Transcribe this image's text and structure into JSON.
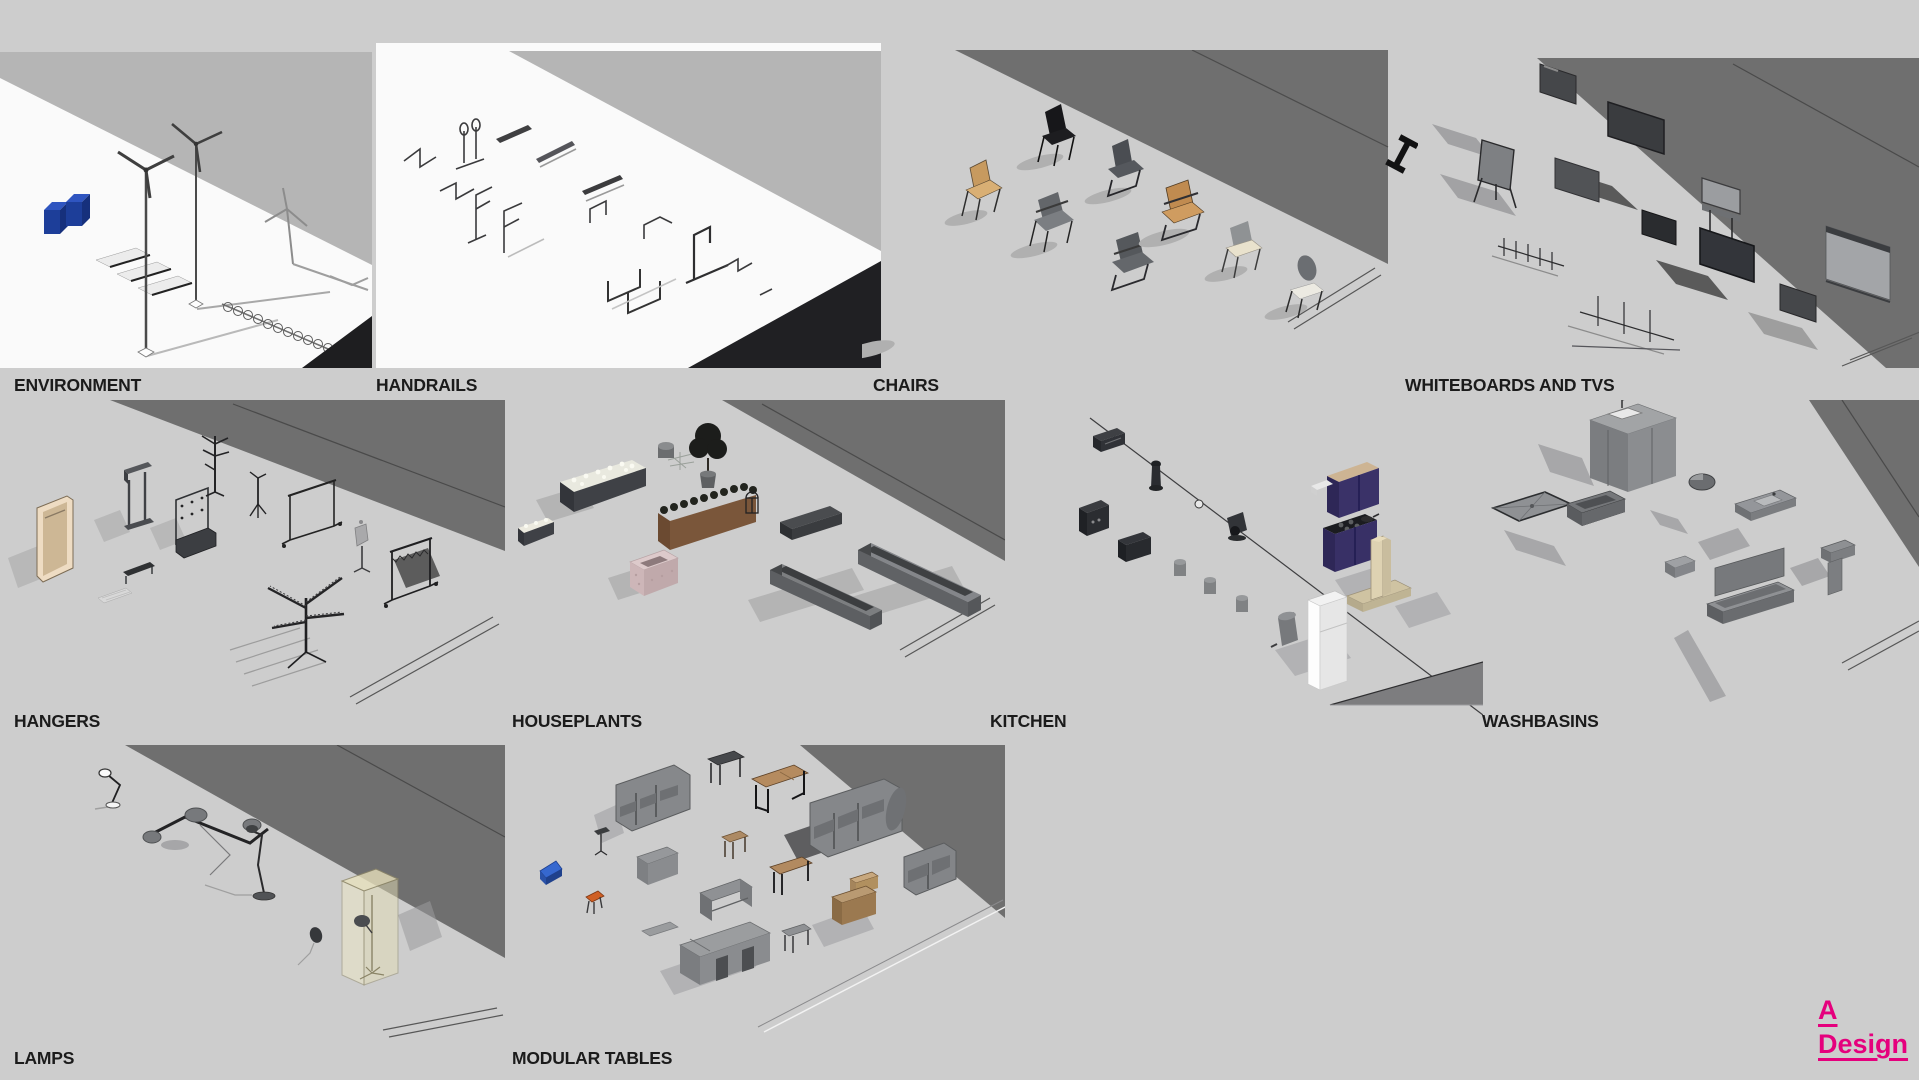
{
  "page": {
    "background_color": "#cdcdcd"
  },
  "colors": {
    "tile_floor_white": "#fafafa",
    "tile_light_gray": "#b5b5b5",
    "shadow_band_gray": "#6f6f6f",
    "corner_black": "#1e1e20",
    "label_text": "#1b1b1b",
    "accent_pink": "#e5007d"
  },
  "tiles": [
    {
      "id": "environment",
      "label": "ENVIRONMENT"
    },
    {
      "id": "handrails",
      "label": "HANDRAILS"
    },
    {
      "id": "chairs",
      "label": "CHAIRS"
    },
    {
      "id": "whiteboards-and-tvs",
      "label": "WHITEBOARDS AND TVS"
    },
    {
      "id": "hangers",
      "label": "HANGERS"
    },
    {
      "id": "houseplants",
      "label": "HOUSEPLANTS"
    },
    {
      "id": "kitchen",
      "label": "KITCHEN"
    },
    {
      "id": "washbasins",
      "label": "WASHBASINS"
    },
    {
      "id": "lamps",
      "label": "LAMPS"
    },
    {
      "id": "modular-tables",
      "label": "MODULAR TABLES"
    }
  ],
  "logo": {
    "line1": "A",
    "line2": "Design",
    "color": "#e5007d"
  }
}
